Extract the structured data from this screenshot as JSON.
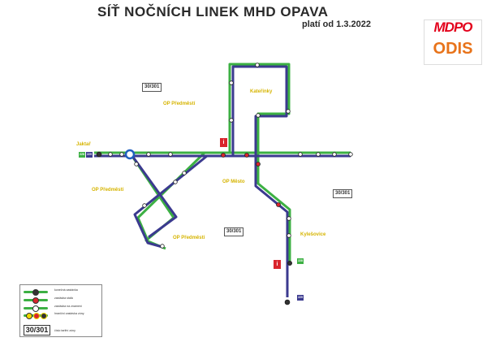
{
  "header": {
    "title": "SÍŤ NOČNÍCH LINEK MHD OPAVA",
    "subtitle": "platí od 1.3.2022"
  },
  "logo": {
    "top": "MDPO",
    "bottom": "ODIS"
  },
  "colors": {
    "line_green": "#3cb043",
    "line_purple": "#3b3a8f",
    "terminal": "#333333",
    "request_stop": "#ffffff",
    "fixed_stop": "#d9242c",
    "area_label": "#d6b400",
    "info_red": "#d9242c"
  },
  "areas": [
    {
      "name": "Jaktař"
    },
    {
      "name": "OP Předměstí",
      "pos": "upper"
    },
    {
      "name": "Kateřinky"
    },
    {
      "name": "OP Předměstí",
      "pos": "left"
    },
    {
      "name": "OP Město"
    },
    {
      "name": "OP Předměstí",
      "pos": "lower"
    },
    {
      "name": "Kylešovice"
    }
  ],
  "zones": [
    {
      "label": "30/301",
      "pos": "upper"
    },
    {
      "label": "30/301",
      "pos": "lower"
    },
    {
      "label": "30/301",
      "pos": "right"
    }
  ],
  "line_badges": {
    "green": "228",
    "purple": "229"
  },
  "legend": {
    "items": [
      {
        "label": "konečná zastávka"
      },
      {
        "label": "zastávka stálá"
      },
      {
        "label": "zastávka na znamení"
      },
      {
        "label": "hraniční zastávka zóny"
      }
    ],
    "zone_example": "30/301",
    "zone_label": "číslo tarifní zóny"
  },
  "info_icon": "i"
}
